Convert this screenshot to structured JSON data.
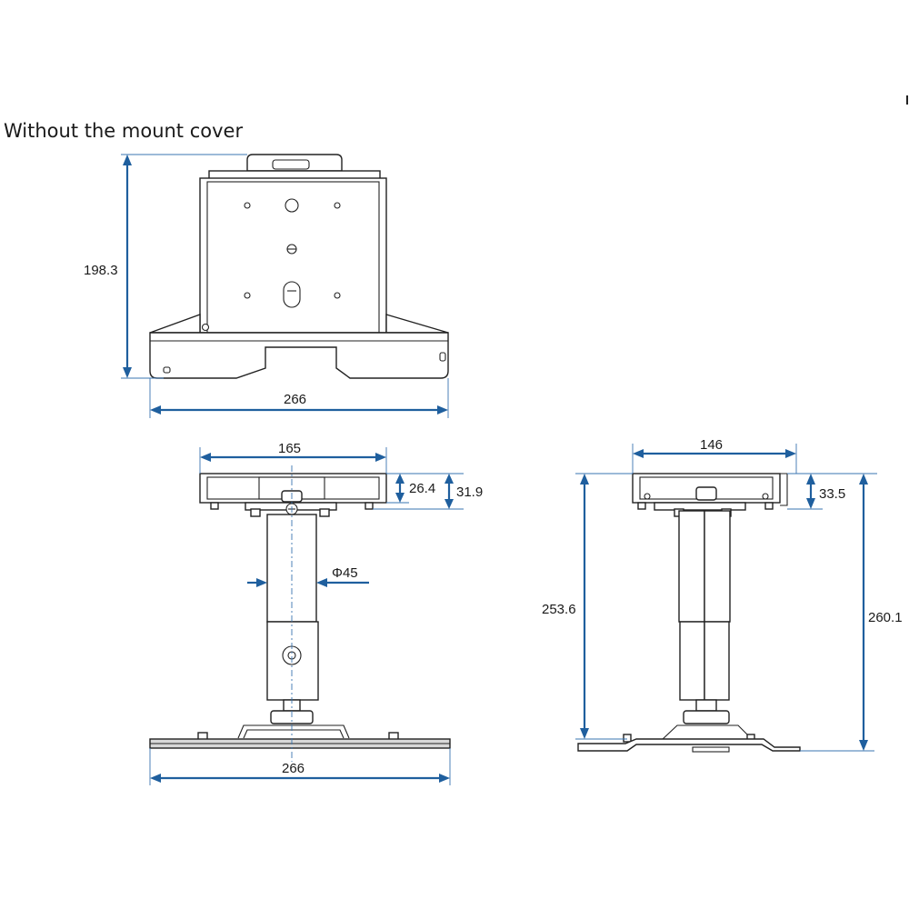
{
  "title": "Without the mount cover",
  "colors": {
    "dimension": "#1f5f9e",
    "outline": "#222222",
    "background": "#ffffff"
  },
  "views": {
    "front_top": {
      "height_label": "198.3",
      "width_label": "266"
    },
    "front_bottom": {
      "plate_width_label": "165",
      "plate_depth_label": "26.4",
      "plate_total_label": "31.9",
      "pipe_diameter_label": "Φ45",
      "base_width_label": "266"
    },
    "side": {
      "plate_width_label": "146",
      "plate_depth_label": "33.5",
      "height_min_label": "253.6",
      "height_max_label": "260.1"
    }
  }
}
